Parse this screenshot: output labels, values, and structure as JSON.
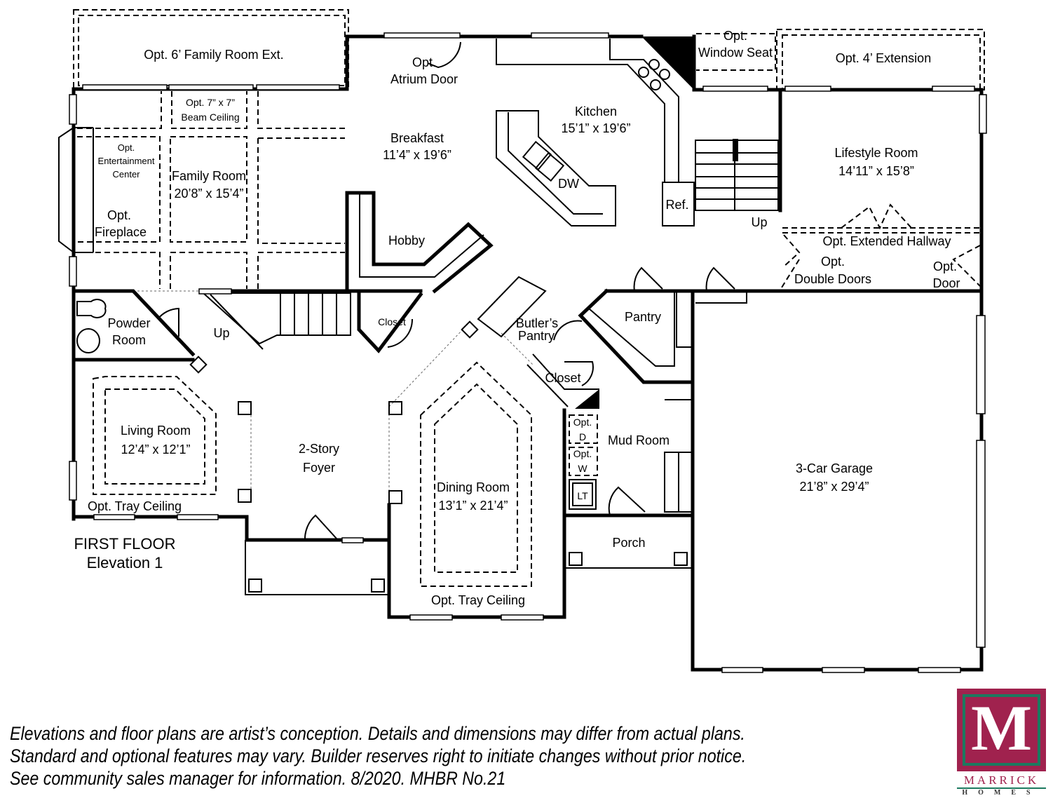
{
  "plan": {
    "title": "FIRST FLOOR",
    "subtitle": "Elevation 1",
    "rooms": {
      "family_ext": "Opt. 6’ Family Room Ext.",
      "beam_1": "Opt. 7” x 7”",
      "beam_2": "Beam Ceiling",
      "ent_1": "Opt.",
      "ent_2": "Entertainment",
      "ent_3": "Center",
      "fire_1": "Opt.",
      "fire_2": "Fireplace",
      "family": "Family Room",
      "family_dim": "20’8” x 15’4”",
      "atrium_1": "Opt.",
      "atrium_2": "Atrium Door",
      "breakfast": "Breakfast",
      "breakfast_dim": "11’4” x 19’6”",
      "kitchen": "Kitchen",
      "kitchen_dim": "15’1” x 19’6”",
      "dw": "DW",
      "ref": "Ref.",
      "window_seat_1": "Opt.",
      "window_seat_2": "Window Seat",
      "extension": "Opt. 4’ Extension",
      "lifestyle": "Lifestyle Room",
      "lifestyle_dim": "14’11” x 15’8”",
      "up_right": "Up",
      "ext_hallway": "Opt. Extended Hallway",
      "double_1": "Opt.",
      "double_2": "Double Doors",
      "door_1": "Opt.",
      "door_2": "Door",
      "hobby": "Hobby",
      "powder_1": "Powder",
      "powder_2": "Room",
      "up_left": "Up",
      "closet_1": "Closet",
      "butler_1": "Butler’s",
      "butler_2": "Pantry",
      "pantry": "Pantry",
      "closet_2": "Closet",
      "living": "Living Room",
      "living_dim": "12’4” x 12’1”",
      "living_tray": "Opt. Tray Ceiling",
      "foyer_1": "2-Story",
      "foyer_2": "Foyer",
      "dining": "Dining Room",
      "dining_dim": "13’1” x 21’4”",
      "dining_tray": "Opt. Tray Ceiling",
      "opt_d_1": "Opt.",
      "opt_d_2": "D",
      "opt_w_1": "Opt.",
      "opt_w_2": "W",
      "lt": "LT",
      "mud": "Mud Room",
      "porch": "Porch",
      "garage": "3-Car Garage",
      "garage_dim": "21’8” x 29’4”"
    }
  },
  "disclaimer": [
    "Elevations and floor plans are artist’s conception. Details and dimensions may differ from actual plans.",
    "Standard and optional features may vary. Builder reserves right to initiate changes without prior notice.",
    "See community sales manager for information. 8/2020. MHBR No.21"
  ],
  "logo": {
    "letter": "M",
    "name": "MARRICK",
    "sub": "HOMES",
    "colors": {
      "brand": "#a0224e",
      "accent": "#1c7a5f"
    }
  }
}
